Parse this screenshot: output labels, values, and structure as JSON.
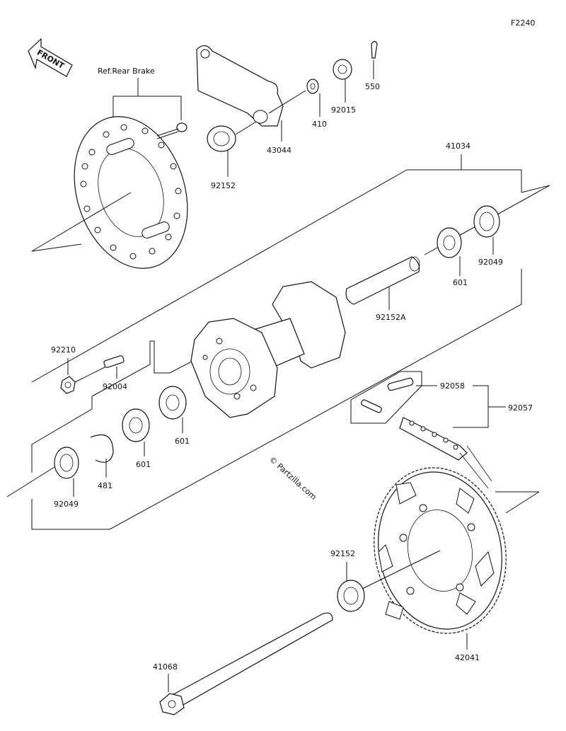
{
  "diagram_code": "F2240",
  "front_label": "FRONT",
  "reference_label": "Ref.Rear Brake",
  "watermark": "© Partzilla.com",
  "parts": {
    "p41034": "41034",
    "p43044": "43044",
    "p410": "410",
    "p92015": "92015",
    "p550": "550",
    "p92152_top": "92152",
    "p92049_right": "92049",
    "p601_right": "601",
    "p92152A": "92152A",
    "p92210": "92210",
    "p92004": "92004",
    "p601_mid": "601",
    "p601_left": "601",
    "p481": "481",
    "p92049_left": "92049",
    "p92058": "92058",
    "p92057": "92057",
    "p92152_bottom": "92152",
    "p42041": "42041",
    "p41068": "41068"
  }
}
